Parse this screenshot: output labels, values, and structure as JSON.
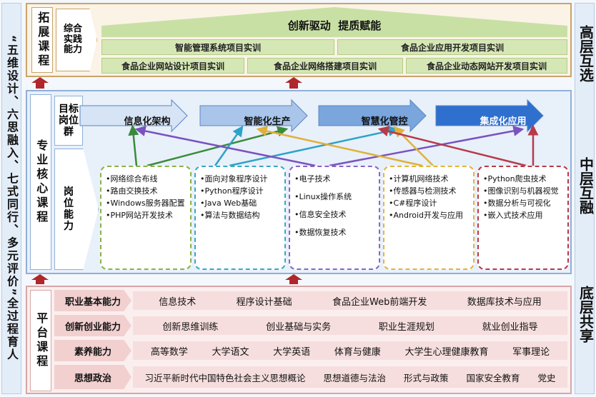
{
  "left_side": {
    "text": "“五维设计、六思融入、七式同行、多元评价”全过程育人"
  },
  "right_side": {
    "top": "高层互选",
    "mid": "中层互融",
    "bot": "底层共享"
  },
  "expand": {
    "label": "拓展课程",
    "sublabel": "综合实践能力",
    "banner": "创新驱动  提质赋能",
    "rows": [
      [
        "智能管理系统项目实训",
        "食品企业应用开发项目实训"
      ],
      [
        "食品企业网站设计项目实训",
        "食品企业网络搭建项目实训",
        "食品企业动态网站开发项目实训"
      ]
    ]
  },
  "core": {
    "label": "专业核心课程",
    "target_label": "目标岗位群",
    "ability_label": "岗位能力",
    "targets": [
      "信息化架构",
      "智能化生产",
      "智慧化管控",
      "集成化应用"
    ],
    "target_colors": [
      "#d6e4f5",
      "#a9c6ea",
      "#7aa5dd",
      "#2f6fce"
    ],
    "boxes": [
      {
        "items": [
          "•网络综合布线",
          "•路由交换技术",
          "•Windows服务器配置",
          "•PHP网站开发技术"
        ],
        "color": "#8bb14a"
      },
      {
        "items": [
          "•面向对象程序设计",
          "•Python程序设计",
          "•Java Web基础",
          "•算法与数据结构"
        ],
        "color": "#39a8c8"
      },
      {
        "items": [
          "•电子技术",
          "•Linux操作系统",
          "•信息安全技术",
          "•数据恢复技术"
        ],
        "color": "#8a63c8"
      },
      {
        "items": [
          "•计算机网络技术",
          "•传感器与检测技术",
          "•C#程序设计",
          "•Android开发与应用"
        ],
        "color": "#e2b43a"
      },
      {
        "items": [
          "•Python爬虫技术",
          "•图像识别与机器视觉",
          "•数据分析与可视化",
          "•嵌入式技术应用"
        ],
        "color": "#b83a48"
      }
    ]
  },
  "platform": {
    "label": "平台课程",
    "rows": [
      {
        "title": "职业基本能力",
        "items": [
          "信息技术",
          "程序设计基础",
          "食品企业Web前端开发",
          "数据库技术与应用"
        ]
      },
      {
        "title": "创新创业能力",
        "items": [
          "创新思维训练",
          "创业基础与实务",
          "职业生涯规划",
          "就业创业指导"
        ]
      },
      {
        "title": "素养能力",
        "items": [
          "高等数学",
          "大学语文",
          "大学英语",
          "体育与健康",
          "大学生心理健康教育",
          "军事理论"
        ]
      },
      {
        "title": "思想政治",
        "items": [
          "习近平新时代中国特色社会主义思想概论",
          "思想道德与法治",
          "形式与政策",
          "国家安全教育",
          "党史"
        ]
      }
    ]
  }
}
